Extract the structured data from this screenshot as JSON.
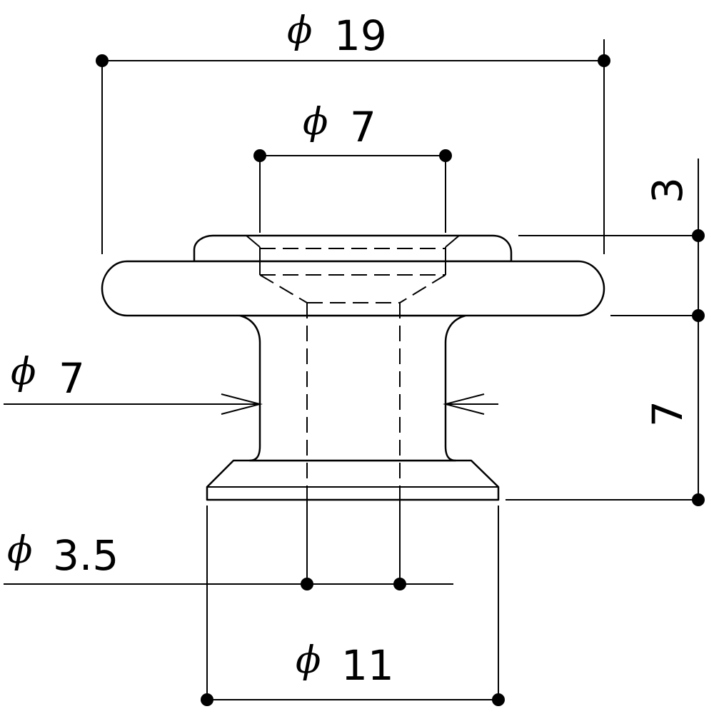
{
  "dimensions": {
    "overall_diameter": {
      "symbol": "ϕ",
      "value": "19"
    },
    "top_bore_diameter": {
      "symbol": "ϕ",
      "value": "7"
    },
    "neck_diameter": {
      "symbol": "ϕ",
      "value": "7"
    },
    "through_hole_diameter": {
      "symbol": "ϕ",
      "value": "3.5"
    },
    "base_diameter": {
      "symbol": "ϕ",
      "value": "11"
    },
    "top_height": {
      "value": "3"
    },
    "body_height": {
      "value": "7"
    }
  }
}
